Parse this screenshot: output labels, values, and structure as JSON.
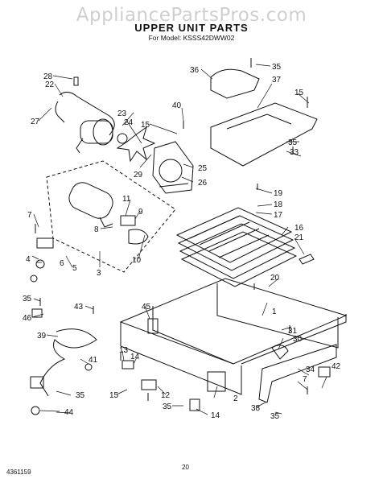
{
  "watermark": "AppliancePartsPros.com",
  "title": "UPPER UNIT PARTS",
  "model_line": "For Model: KSSS42DWW02",
  "footer_code": "4361159",
  "page_number": "20",
  "callouts": [
    "28",
    "22",
    "27",
    "23",
    "24",
    "40",
    "15",
    "25",
    "29",
    "26",
    "36",
    "35",
    "37",
    "15",
    "35",
    "33",
    "11",
    "9",
    "7",
    "8",
    "4",
    "6",
    "5",
    "3",
    "10",
    "19",
    "18",
    "17",
    "16",
    "21",
    "20",
    "35",
    "46",
    "43",
    "45",
    "1",
    "39",
    "13",
    "14",
    "41",
    "15",
    "12",
    "35",
    "2",
    "14",
    "44",
    "35",
    "31",
    "30",
    "34",
    "42",
    "7",
    "38",
    "35"
  ]
}
